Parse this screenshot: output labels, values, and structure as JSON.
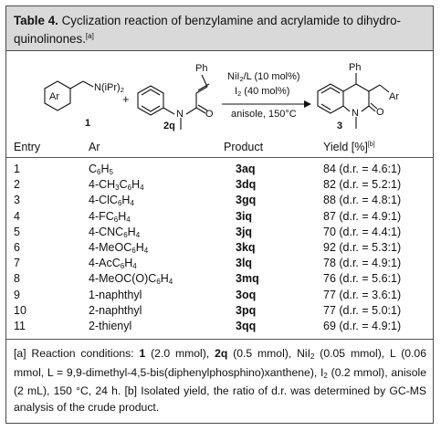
{
  "caption": {
    "label": "Table 4.",
    "text": "Cyclization reaction of benzylamine and acrylamide to dihydro-quinolinones.",
    "note_marker": "[a]"
  },
  "scheme": {
    "amine_group": "N(iPr)",
    "amine_sub": "2",
    "ar_label": "Ar",
    "compound_1": "1",
    "plus": "+",
    "acrylamide_ph": "Ph",
    "compound_2q": "2q",
    "acrylamide_n": "N",
    "acrylamide_o": "O",
    "conditions_line1": "NiI",
    "conditions_line1_sub": "2",
    "conditions_line1_rest": "/L (10 mol%)",
    "conditions_line2": "I",
    "conditions_line2_sub": "2",
    "conditions_line2_rest": " (40 mol%)",
    "conditions_line3": "anisole, 150°C",
    "product_ph": "Ph",
    "product_ar": "Ar",
    "product_n": "N",
    "product_o": "O",
    "compound_3": "3"
  },
  "table": {
    "headers": {
      "entry": "Entry",
      "ar": "Ar",
      "product": "Product",
      "yield": "Yield [%]",
      "yield_note": "[b]"
    },
    "rows": [
      {
        "entry": "1",
        "ar_html": "C<sub>6</sub>H<sub>5</sub>",
        "product": "3aq",
        "yield": "84 (d.r. = 4.6:1)"
      },
      {
        "entry": "2",
        "ar_html": "4-CH<sub>3</sub>C<sub>6</sub>H<sub>4</sub>",
        "product": "3dq",
        "yield": "82 (d.r. = 5.2:1)"
      },
      {
        "entry": "3",
        "ar_html": "4-ClC<sub>6</sub>H<sub>4</sub>",
        "product": "3gq",
        "yield": "88 (d.r. = 4.8:1)"
      },
      {
        "entry": "4",
        "ar_html": "4-FC<sub>6</sub>H<sub>4</sub>",
        "product": "3iq",
        "yield": "87 (d.r. = 4.9:1)"
      },
      {
        "entry": "5",
        "ar_html": "4-CNC<sub>6</sub>H<sub>4</sub>",
        "product": "3jq",
        "yield": "70 (d.r. = 4.4:1)"
      },
      {
        "entry": "6",
        "ar_html": "4-MeOC<sub>6</sub>H<sub>4</sub>",
        "product": "3kq",
        "yield": "92 (d.r. = 5.3:1)"
      },
      {
        "entry": "7",
        "ar_html": "4-AcC<sub>6</sub>H<sub>4</sub>",
        "product": "3lq",
        "yield": "78 (d.r. = 4.9:1)"
      },
      {
        "entry": "8",
        "ar_html": "4-MeOC(O)C<sub>6</sub>H<sub>4</sub>",
        "product": "3mq",
        "yield": "76 (d.r. = 5.6:1)"
      },
      {
        "entry": "9",
        "ar_html": "1-naphthyl",
        "product": "3oq",
        "yield": "77 (d.r. = 3.6:1)"
      },
      {
        "entry": "10",
        "ar_html": "2-naphthyl",
        "product": "3pq",
        "yield": "77 (d.r. = 5.0:1)"
      },
      {
        "entry": "11",
        "ar_html": "2-thienyl",
        "product": "3qq",
        "yield": "69 (d.r. = 4.9:1)"
      }
    ]
  },
  "footnote_html": "[a] Reaction conditions: <b>1</b> (2.0 mmol), <b>2q</b> (0.5 mmol), NiI<sub>2</sub> (0.05 mmol), L (0.06 mmol, L = 9,9-dimethyl-4,5-bis(diphenylphosphino)xanthene), I<sub>2</sub> (0.2 mmol), anisole (2 mL), 150 °C, 24 h. [b] Isolated yield, the ratio of d.r. was determined by GC-MS analysis of the crude product."
}
